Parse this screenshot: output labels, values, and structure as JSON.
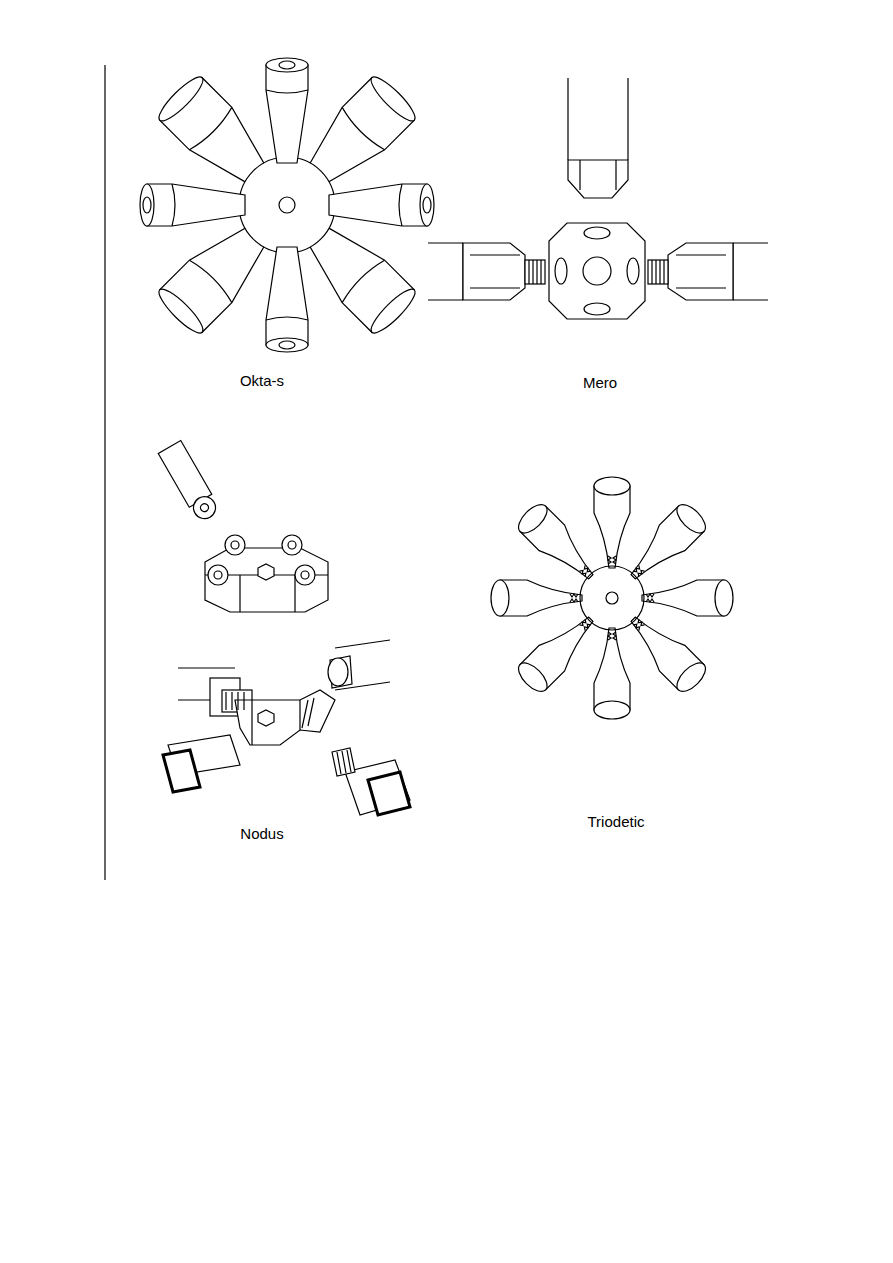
{
  "diagram": {
    "labels": [
      "Okta-s",
      "Mero",
      "Nodus",
      "Triodetic"
    ]
  }
}
